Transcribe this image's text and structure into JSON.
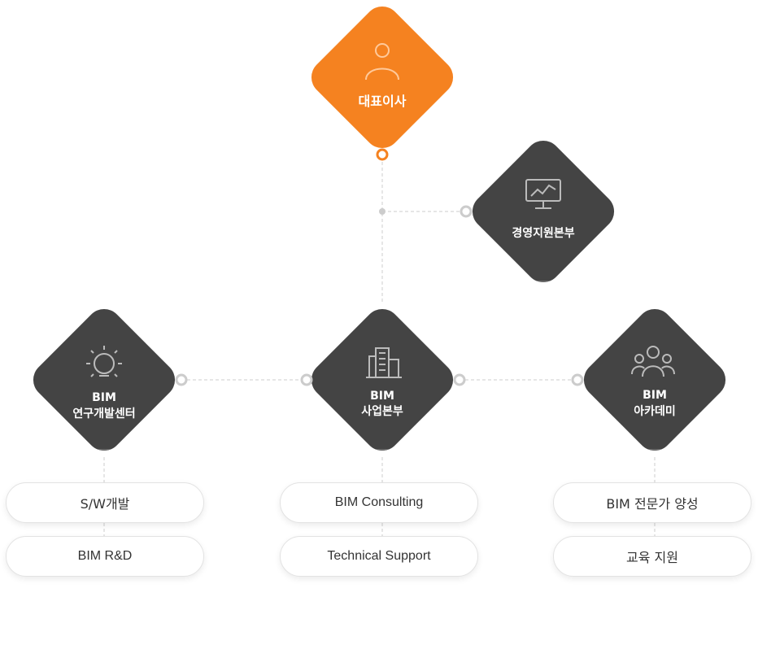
{
  "ceo": {
    "label": "대표이사",
    "icon": "person-icon",
    "color": "#f58220"
  },
  "management": {
    "label": "경영지원본부",
    "icon": "monitor-chart-icon",
    "color": "#444444"
  },
  "rnd_center": {
    "line1": "BIM",
    "line2": "연구개발센터",
    "icon": "lightbulb-icon",
    "color": "#444444"
  },
  "business": {
    "line1": "BIM",
    "line2": "사업본부",
    "icon": "building-icon",
    "color": "#444444"
  },
  "academy": {
    "line1": "BIM",
    "line2": "아카데미",
    "icon": "people-group-icon",
    "color": "#444444"
  },
  "rnd_items": [
    "S/W개발",
    "BIM R&D"
  ],
  "business_items": [
    "BIM Consulting",
    "Technical Support"
  ],
  "academy_items": [
    "BIM 전문가 양성",
    "교육 지원"
  ]
}
